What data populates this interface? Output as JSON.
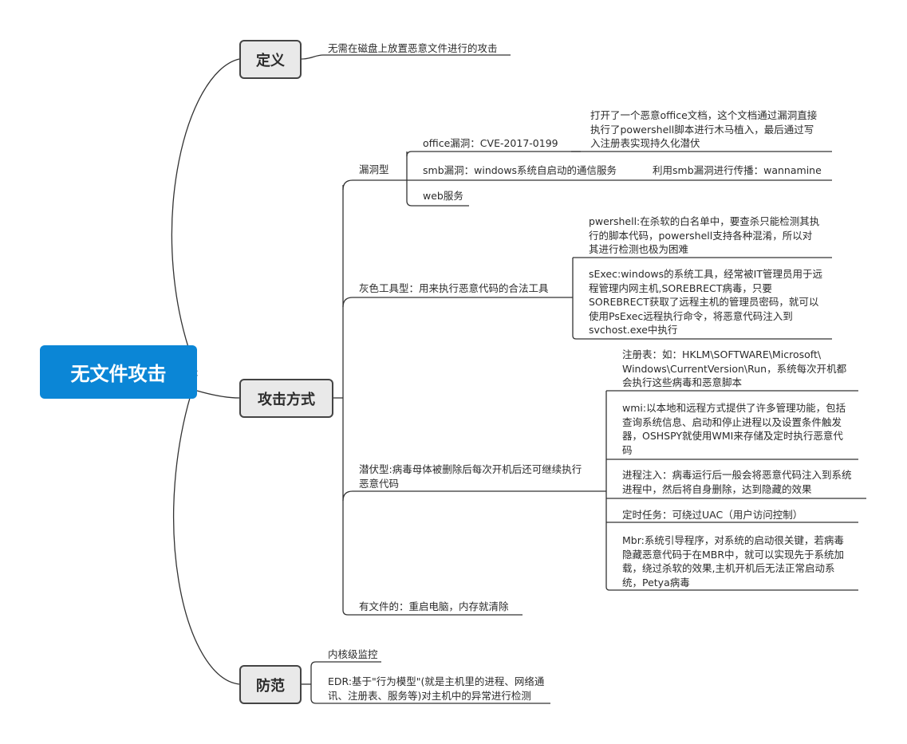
{
  "root": {
    "label": "无文件攻击"
  },
  "definition": {
    "label": "定义",
    "text": "无需在磁盘上放置恶意文件进行的攻击"
  },
  "attack": {
    "label": "攻击方式",
    "vuln": {
      "label": "漏洞型",
      "office": {
        "label": "office漏洞：CVE-2017-0199",
        "detail": [
          "打开了一个恶意office文档，这个文档通过漏洞直接",
          "执行了powershell脚本进行木马植入，最后通过写",
          "入注册表实现持久化潜伏"
        ]
      },
      "smb": {
        "label": "smb漏洞：windows系统自启动的通信服务",
        "detail": "利用smb漏洞进行传播：wannamine"
      },
      "web": {
        "label": "web服务"
      }
    },
    "gray": {
      "label": "灰色工具型：用来执行恶意代码的合法工具",
      "powershell": [
        "pwershell:在杀软的白名单中，要查杀只能检测其执",
        "行的脚本代码，powershell支持各种混淆，所以对",
        "其进行检测也极为困难"
      ],
      "psexec": [
        "sExec:windows的系统工具，经常被IT管理员用于远",
        "程管理内网主机,SOREBRECT病毒，只要",
        "SOREBRECT获取了远程主机的管理员密码，就可以",
        "使用PsExec远程执行命令，将恶意代码注入到",
        "svchost.exe中执行"
      ]
    },
    "latent": {
      "label": [
        "潜伏型:病毒母体被删除后每次开机后还可继续执行",
        "恶意代码"
      ],
      "registry": [
        "注册表：如：HKLM\\SOFTWARE\\Microsoft\\",
        "Windows\\CurrentVersion\\Run，系统每次开机都",
        "会执行这些病毒和恶意脚本"
      ],
      "wmi": [
        "wmi:以本地和远程方式提供了许多管理功能，包括",
        "查询系统信息、启动和停止进程以及设置条件触发",
        "器，OSHSPY就使用WMI来存储及定时执行恶意代",
        "码"
      ],
      "injection": [
        "进程注入：病毒运行后一般会将恶意代码注入到系统",
        "进程中，然后将自身删除，达到隐藏的效果"
      ],
      "task": "定时任务：可绕过UAC（用户访问控制）",
      "mbr": [
        "Mbr:系统引导程序，对系统的启动很关键，若病毒",
        "隐藏恶意代码于在MBR中，就可以实现先于系统加",
        "载，绕过杀软的效果,主机开机后无法正常启动系",
        "统，Petya病毒"
      ]
    },
    "file": {
      "label": "有文件的：重启电脑，内存就清除"
    }
  },
  "defense": {
    "label": "防范",
    "kernel": "内核级监控",
    "edr": [
      "EDR:基于\"行为模型\"(就是主机里的进程、网络通",
      "讯、注册表、服务等)对主机中的异常进行检测"
    ]
  }
}
